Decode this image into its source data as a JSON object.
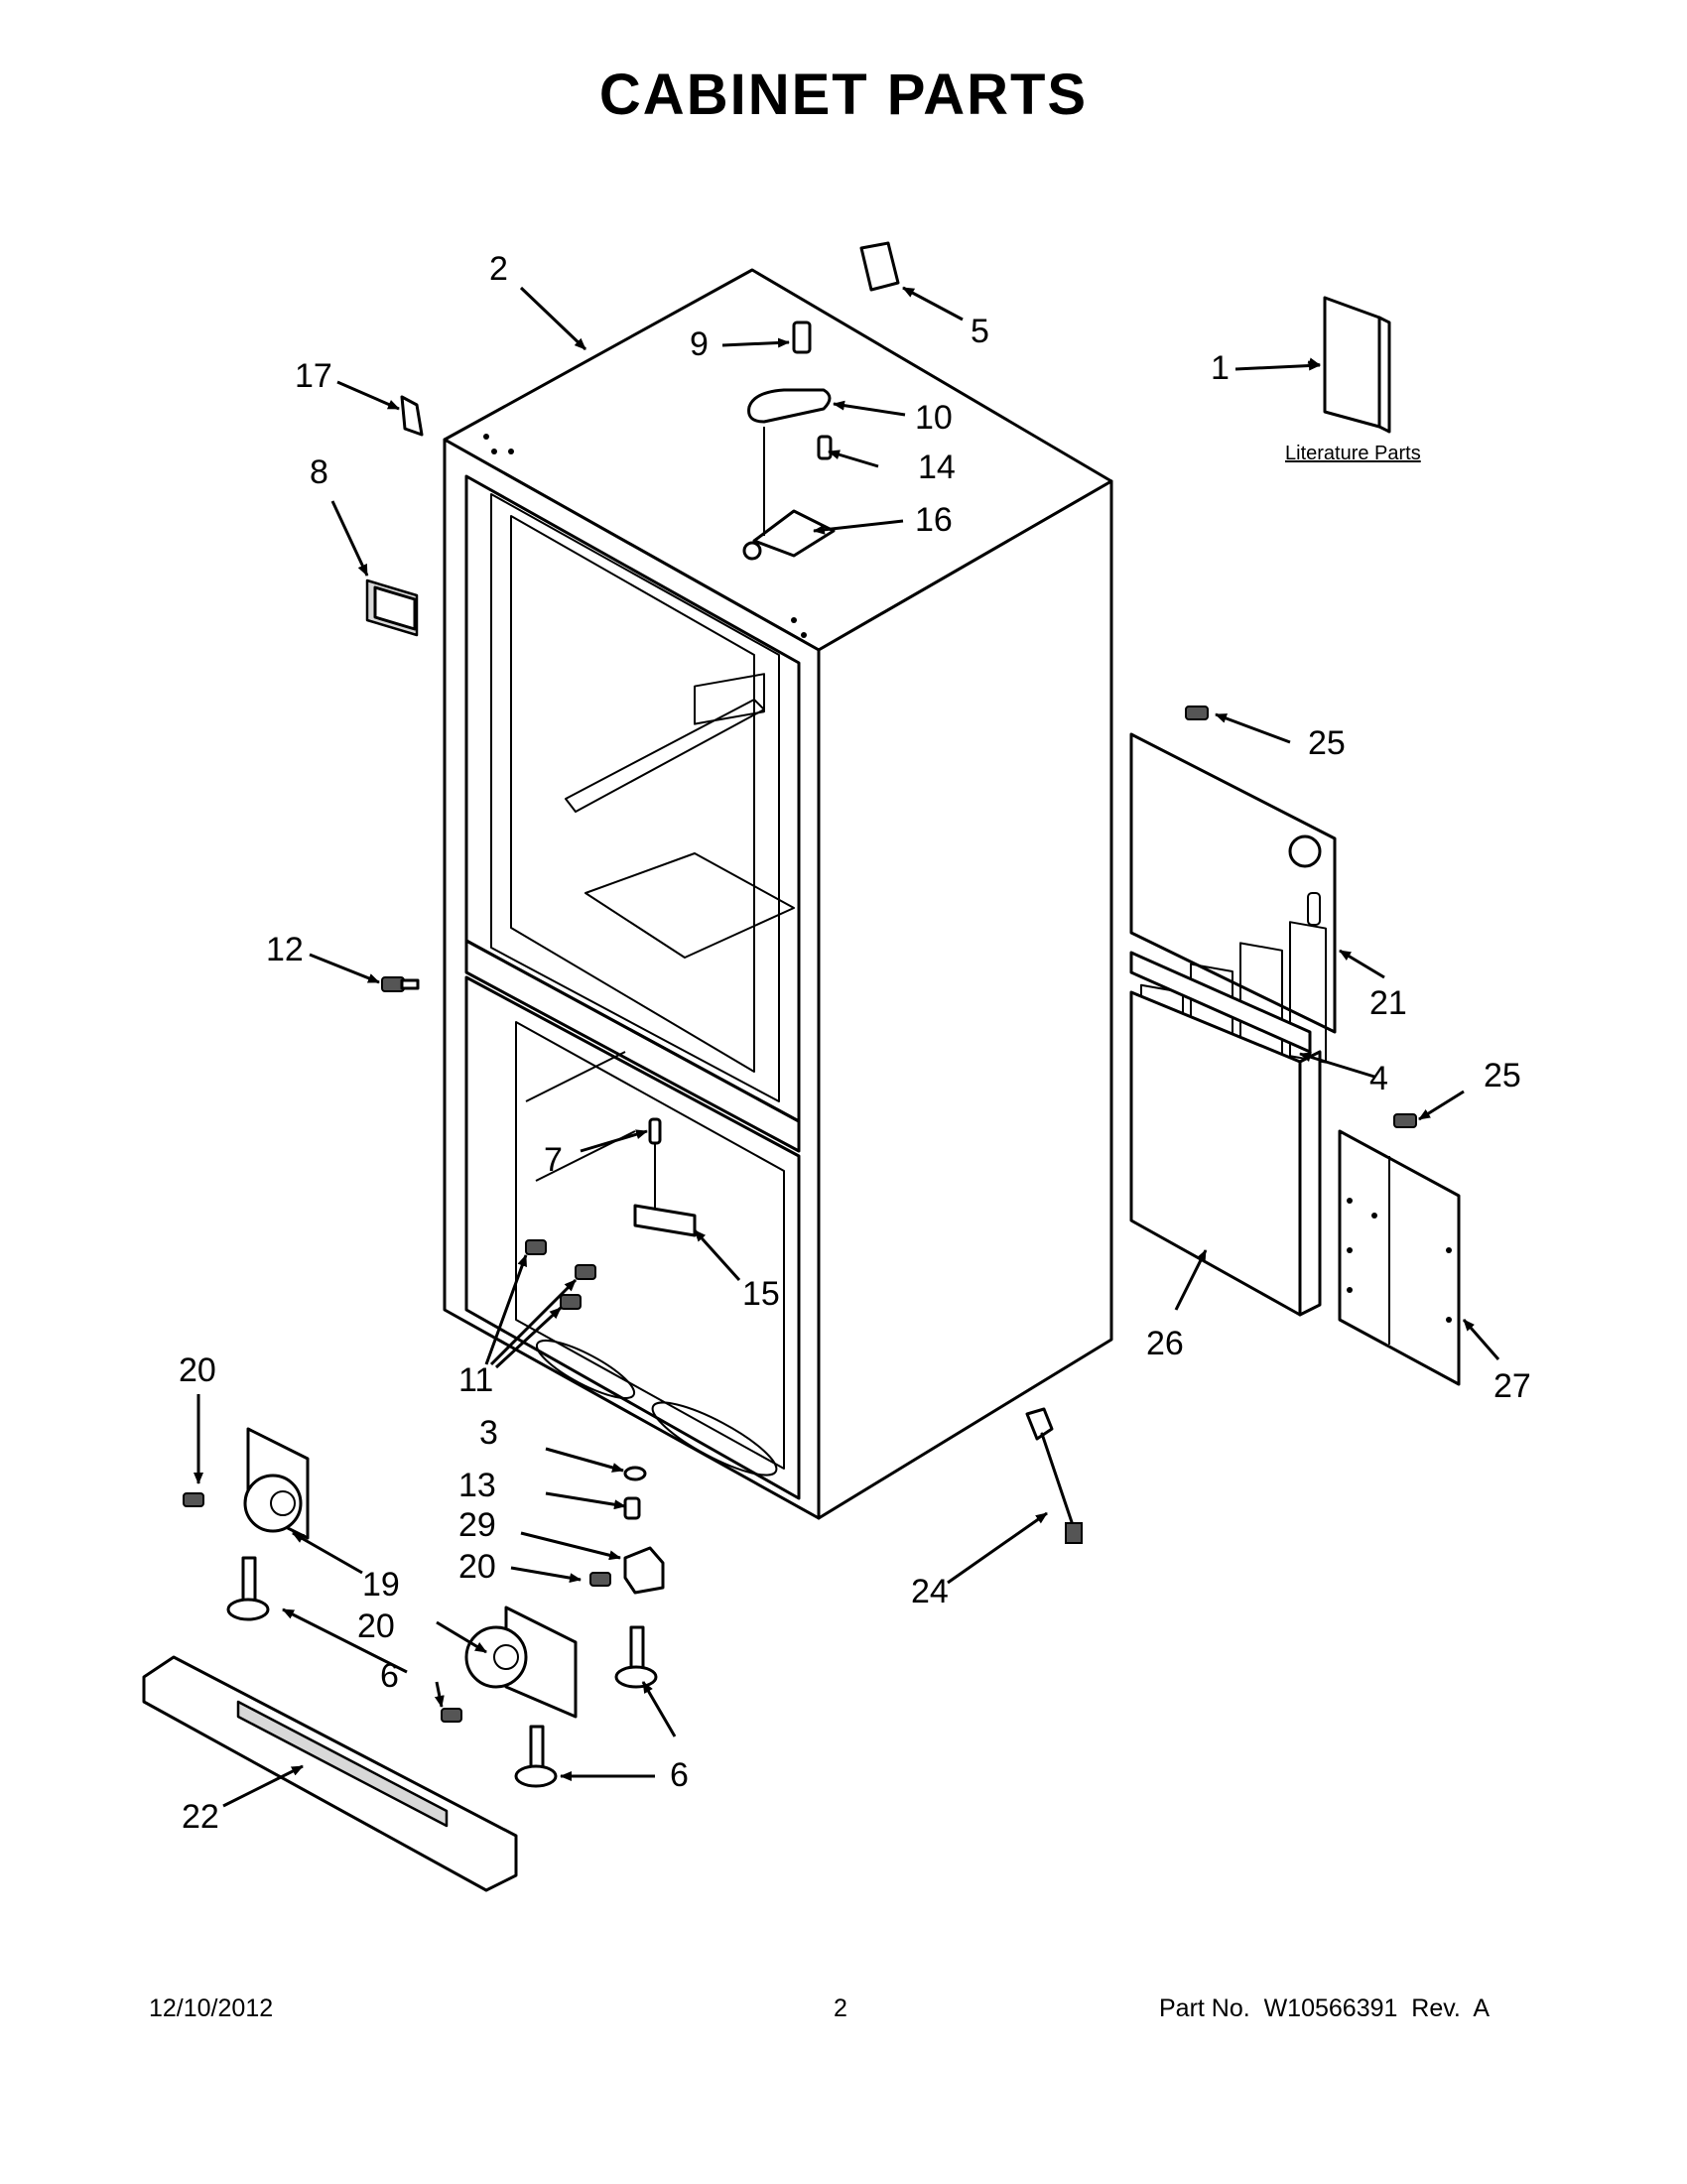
{
  "title": "CABINET PARTS",
  "literature_label": "Literature Parts",
  "callouts": {
    "c1": "1",
    "c2": "2",
    "c3": "3",
    "c4": "4",
    "c5": "5",
    "c6a": "6",
    "c6b": "6",
    "c7": "7",
    "c8": "8",
    "c9": "9",
    "c10": "10",
    "c11": "11",
    "c12": "12",
    "c13": "13",
    "c14": "14",
    "c15": "15",
    "c16": "16",
    "c17": "17",
    "c19": "19",
    "c20a": "20",
    "c20b": "20",
    "c20c": "20",
    "c21": "21",
    "c22": "22",
    "c24": "24",
    "c25a": "25",
    "c25b": "25",
    "c26": "26",
    "c27": "27",
    "c29": "29"
  },
  "footer": {
    "date": "12/10/2012",
    "page": "2",
    "part_no": "Part No.  W10566391  Rev.  A"
  }
}
